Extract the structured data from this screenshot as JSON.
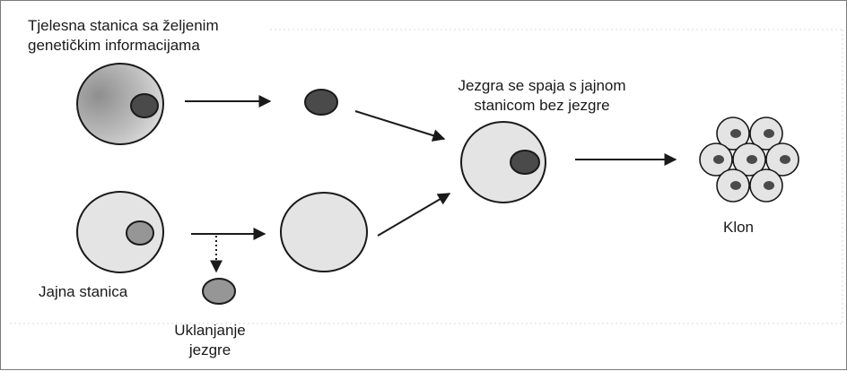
{
  "labels": {
    "somatic_cell": "Tjelesna stanica sa željenim\ngenetičkim informacijama",
    "nucleus_fuses": "Jezgra se spaja s jajnom\nstanicom bez jezgre",
    "clone": "Klon",
    "egg_cell": "Jajna stanica",
    "nucleus_removal": "Uklanjanje\njezgre"
  },
  "colors": {
    "cell_outline": "#1a1a1a",
    "cell_fill": "#e4e4e4",
    "somatic_fill_dark": "#8e8e8e",
    "nucleus_dark": "#4a4a4a",
    "nucleus_light": "#969696",
    "arrow": "#1a1a1a"
  }
}
